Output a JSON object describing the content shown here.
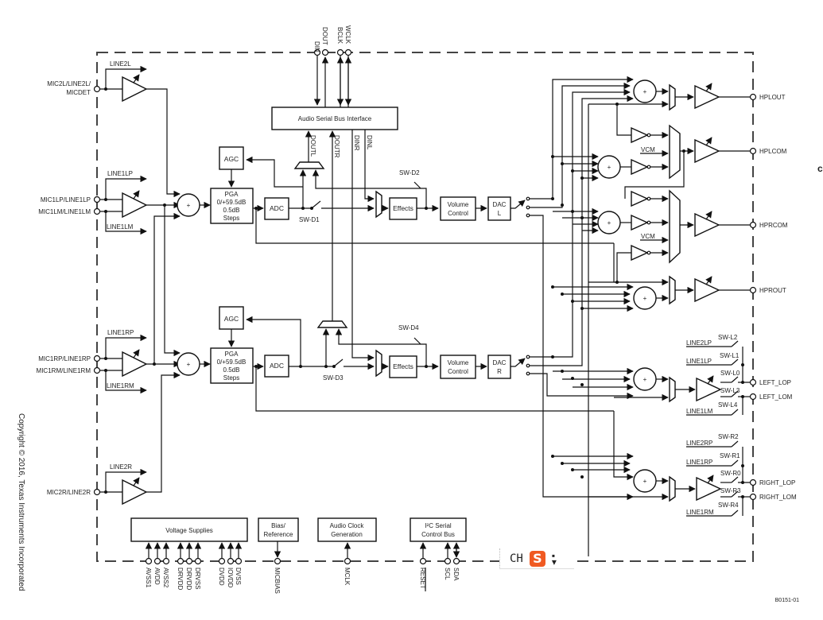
{
  "diagram": {
    "top_pins": [
      "DIN",
      "DOUT",
      "BCLK",
      "WCLK"
    ],
    "left_inputs": {
      "mic2l": [
        "MIC2L/LINE2L/",
        "MICDET"
      ],
      "mic1lp": "MIC1LP/LINE1LP",
      "mic1lm": "MIC1LM/LINE1LM",
      "mic1rp": "MIC1RP/LINE1RP",
      "mic1rm": "MIC1RM/LINE1RM",
      "mic2r": "MIC2R/LINE2R"
    },
    "bypass_labels": {
      "line2l": "LINE2L",
      "line1lp": "LINE1LP",
      "line1lm": "LINE1LM",
      "line1rp": "LINE1RP",
      "line1rm": "LINE1RM",
      "line2r": "LINE2R"
    },
    "blocks": {
      "asbi": "Audio Serial Bus Interface",
      "agc": "AGC",
      "pga": [
        "PGA",
        "0/+59.5dB",
        "0.5dB",
        "Steps"
      ],
      "adc": "ADC",
      "effects": "Effects",
      "volume": [
        "Volume",
        "Control"
      ],
      "dac_l": [
        "DAC",
        "L"
      ],
      "dac_r": [
        "DAC",
        "R"
      ],
      "voltage": "Voltage Supplies",
      "bias": [
        "Bias/",
        "Reference"
      ],
      "clock": [
        "Audio Clock",
        "Generation"
      ],
      "i2c": [
        "I²C Serial",
        "Control Bus"
      ]
    },
    "signals": {
      "doutl": "DOUTL",
      "doutr": "DOUTR",
      "dinr": "DINR",
      "dinl": "DINL",
      "vcm": "VCM",
      "sum": "+"
    },
    "switches": {
      "sw_d1": "SW-D1",
      "sw_d2": "SW-D2",
      "sw_d3": "SW-D3",
      "sw_d4": "SW-D4",
      "left": [
        "SW-L2",
        "SW-L1",
        "SW-L0",
        "SW-L3",
        "SW-L4"
      ],
      "right": [
        "SW-R2",
        "SW-R1",
        "SW-R0",
        "SW-R3",
        "SW-R4"
      ]
    },
    "line_out_inputs": {
      "left": [
        "LINE2LP",
        "LINE1LP",
        "LINE1LM"
      ],
      "right": [
        "LINE2RP",
        "LINE1RP",
        "LINE1RM"
      ]
    },
    "outputs": [
      "HPLOUT",
      "HPLCOM",
      "HPRCOM",
      "HPROUT",
      "LEFT_LOP",
      "LEFT_LOM",
      "RIGHT_LOP",
      "RIGHT_LOM"
    ],
    "bottom_pins": {
      "supply": [
        "AVSS1",
        "AVDD",
        "AVSS2",
        "DRVDD",
        "DRVDD",
        "DRVSS",
        "DVDD",
        "IOVDD",
        "DVSS"
      ],
      "micbias": "MICBIAS",
      "mclk": "MCLK",
      "reset": "RESET",
      "scl": "SCL",
      "sda": "SDA"
    }
  },
  "copyright": "Copyright © 2016, Texas Instruments Incorporated",
  "figure_id": "B0151-01",
  "ime_toolbar": {
    "mode": "CH",
    "logo": "S",
    "menu": "•\n▾"
  },
  "side_glyph": "c"
}
